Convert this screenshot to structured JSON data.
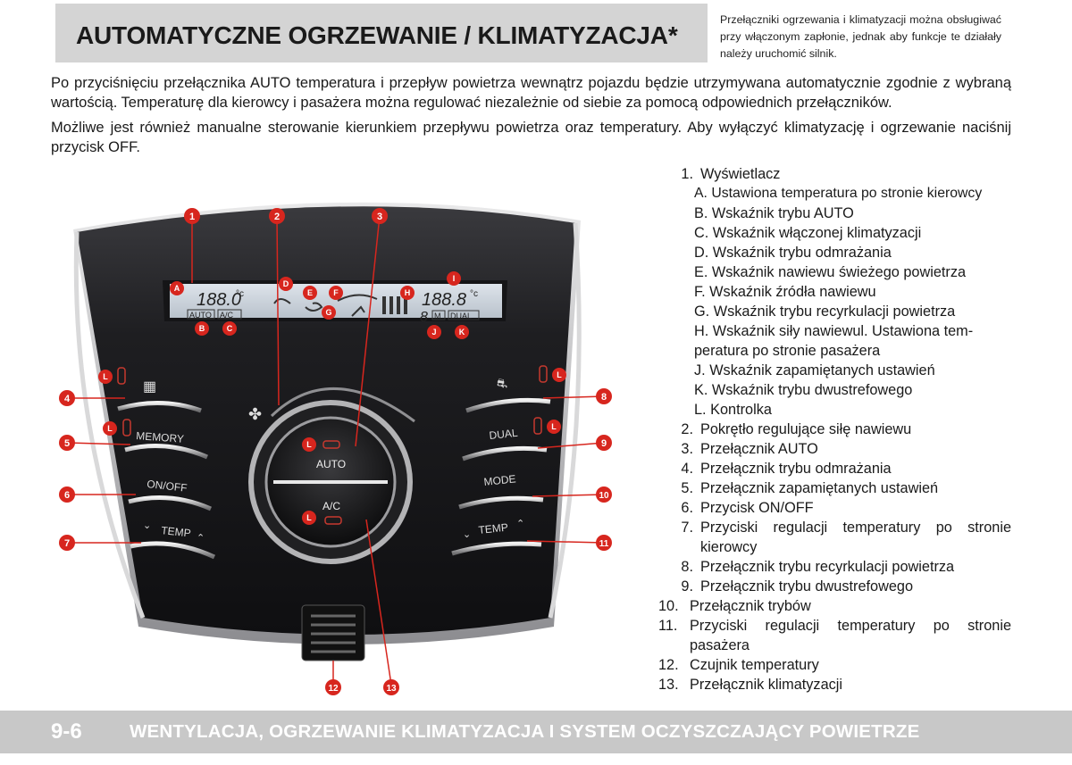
{
  "header": {
    "title": "AUTOMATYCZNE OGRZEWANIE / KLIMATYZACJA*",
    "note": "Przełączniki ogrzewania i klimatyzacji można obsługiwać przy włączonym zapłonie, jednak aby funkcje te działały należy uruchomić silnik."
  },
  "body": {
    "para1": "Po przyciśnięciu przełącznika AUTO temperatura i przepływ powietrza wewnątrz pojazdu będzie utrzymywana automatycznie zgodnie z wybraną wartością. Temperaturę dla kierowcy i pasażera można regulować niezależnie od siebie za pomocą odpowiednich przełączników.",
    "para2": "Możliwe jest również manualne sterowanie kierunkiem przepływu powietrza oraz temperatury. Aby wyłączyć klimatyzację i ogrzewanie naciśnij przycisk OFF."
  },
  "figure": {
    "display": {
      "left_temp": "188.0",
      "right_temp": "188.8",
      "unit": "°c",
      "auto_tag": "AUTO",
      "ac_tag": "A/C",
      "m_tag": "M",
      "dual_tag": "DUAL",
      "digit": "8"
    },
    "buttons": {
      "memory": "MEMORY",
      "onoff": "ON/OFF",
      "temp_left": "TEMP",
      "dual": "DUAL",
      "mode": "MODE",
      "temp_right": "TEMP",
      "auto": "AUTO",
      "ac": "A/C"
    },
    "callouts": {
      "n1": "1",
      "n2": "2",
      "n3": "3",
      "n4": "4",
      "n5": "5",
      "n6": "6",
      "n7": "7",
      "n8": "8",
      "n9": "9",
      "n10": "10",
      "n11": "11",
      "n12": "12",
      "n13": "13",
      "A": "A",
      "B": "B",
      "C": "C",
      "D": "D",
      "E": "E",
      "F": "F",
      "G": "G",
      "H": "H",
      "I": "I",
      "J": "J",
      "K": "K",
      "L": "L"
    }
  },
  "legend": {
    "i1": {
      "num": "1.",
      "text": "Wyświetlacz"
    },
    "subs": {
      "A": "A. Ustawiona temperatura po stronie kierowcy",
      "B": "B. Wskaźnik trybu AUTO",
      "C": "C. Wskaźnik włączonej klimatyzacji",
      "D": "D. Wskaźnik trybu odmrażania",
      "E": "E. Wskaźnik nawiewu świeżego powietrza",
      "F": "F. Wskaźnik źródła nawiewu",
      "G": "G. Wskaźnik trybu recyrkulacji powietrza",
      "H1": "H. Wskaźnik siły nawiewul. Ustawiona tem-",
      "H2": "peratura po stronie pasażera",
      "J": "J.  Wskaźnik zapamiętanych ustawień",
      "K": "K. Wskaźnik trybu dwustrefowego",
      "L": "L.  Kontrolka"
    },
    "i2": {
      "num": "2.",
      "text": "Pokrętło regulujące siłę nawiewu"
    },
    "i3": {
      "num": "3.",
      "text": "Przełącznik AUTO"
    },
    "i4": {
      "num": "4.",
      "text": "Przełącznik trybu odmrażania"
    },
    "i5": {
      "num": "5.",
      "text": "Przełącznik zapamiętanych ustawień"
    },
    "i6": {
      "num": "6.",
      "text": "Przycisk  ON/OFF"
    },
    "i7": {
      "num": "7.",
      "text": "Przyciski regulacji temperatury po stronie kierowcy"
    },
    "i8": {
      "num": "8.",
      "text": "Przełącznik trybu recyrkulacji powietrza"
    },
    "i9": {
      "num": "9.",
      "text": "Przełącznik trybu dwustrefowego"
    },
    "i10": {
      "num": "10.",
      "text": "Przełącznik trybów"
    },
    "i11": {
      "num": "11.",
      "text": "Przyciski regulacji temperatury po stronie pasażera"
    },
    "i12": {
      "num": "12.",
      "text": "Czujnik temperatury"
    },
    "i13": {
      "num": "13.",
      "text": "Przełącznik klimatyzacji"
    }
  },
  "footer": {
    "page": "9-6",
    "title": "WENTYLACJA,  OGRZEWANIE KLIMATYZACJA  I SYSTEM OCZYSZCZAJĄCY POWIETRZE"
  },
  "colors": {
    "callout_red": "#d7261e",
    "panel_black": "#1b1b1d",
    "display_bg": "#cfd6de",
    "header_gray": "#d4d4d4",
    "footer_gray": "#c8c8c8"
  }
}
